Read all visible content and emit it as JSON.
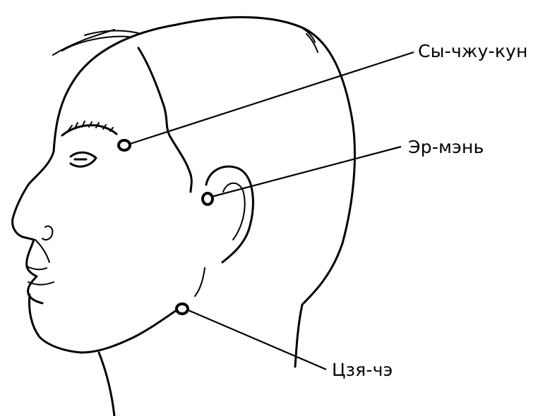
{
  "points": [
    {
      "id": "si-zhu-kong",
      "label": "Сы-чжу-кун"
    },
    {
      "id": "er-men",
      "label": "Эр-мэнь"
    },
    {
      "id": "jia-che",
      "label": "Цзя-чэ"
    }
  ]
}
